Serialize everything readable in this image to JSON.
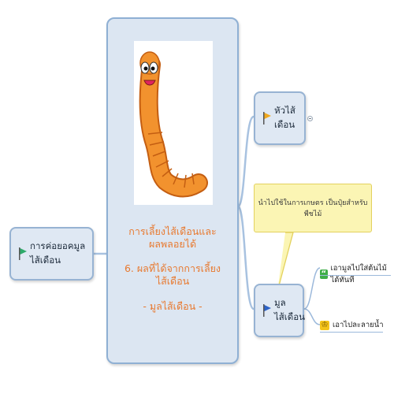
{
  "central": {
    "lines": [
      "การเลี้ยงไส้เดือนและผลพลอยได้",
      "6. ผลที่ได้จากการเลี้ยงไส้เดือน",
      "- มูลไส้เดือน -"
    ],
    "image": "worm-cartoon"
  },
  "left_branch": {
    "label": "การค่อยอคมูลไส้เดือน",
    "flag_color": "#2eaa6a"
  },
  "right_top_branch": {
    "label": "หัวไส้เดือน",
    "flag_color": "#f0a81e"
  },
  "right_bottom_branch": {
    "label": "มูลไส้เดือน",
    "flag_color": "#2d63c8"
  },
  "callout": {
    "text": "นำไปใช้ในการเกษตร เป็นปุ๋ยสำหรับพืชไม้"
  },
  "leaves": [
    {
      "label": "เอามูลไปใส่ต้นไม้ได้ทันที",
      "icon": "quote-icon",
      "glyph": "“",
      "color": "green"
    },
    {
      "label": "เอาไปละลายน้ำ",
      "icon": "trophy-icon",
      "glyph": "♔",
      "color": "yellow"
    }
  ],
  "colors": {
    "node_fill": "#dfe8f3",
    "node_border": "#97b3d3",
    "title_text": "#e8792f",
    "connector": "#9cb9db"
  }
}
